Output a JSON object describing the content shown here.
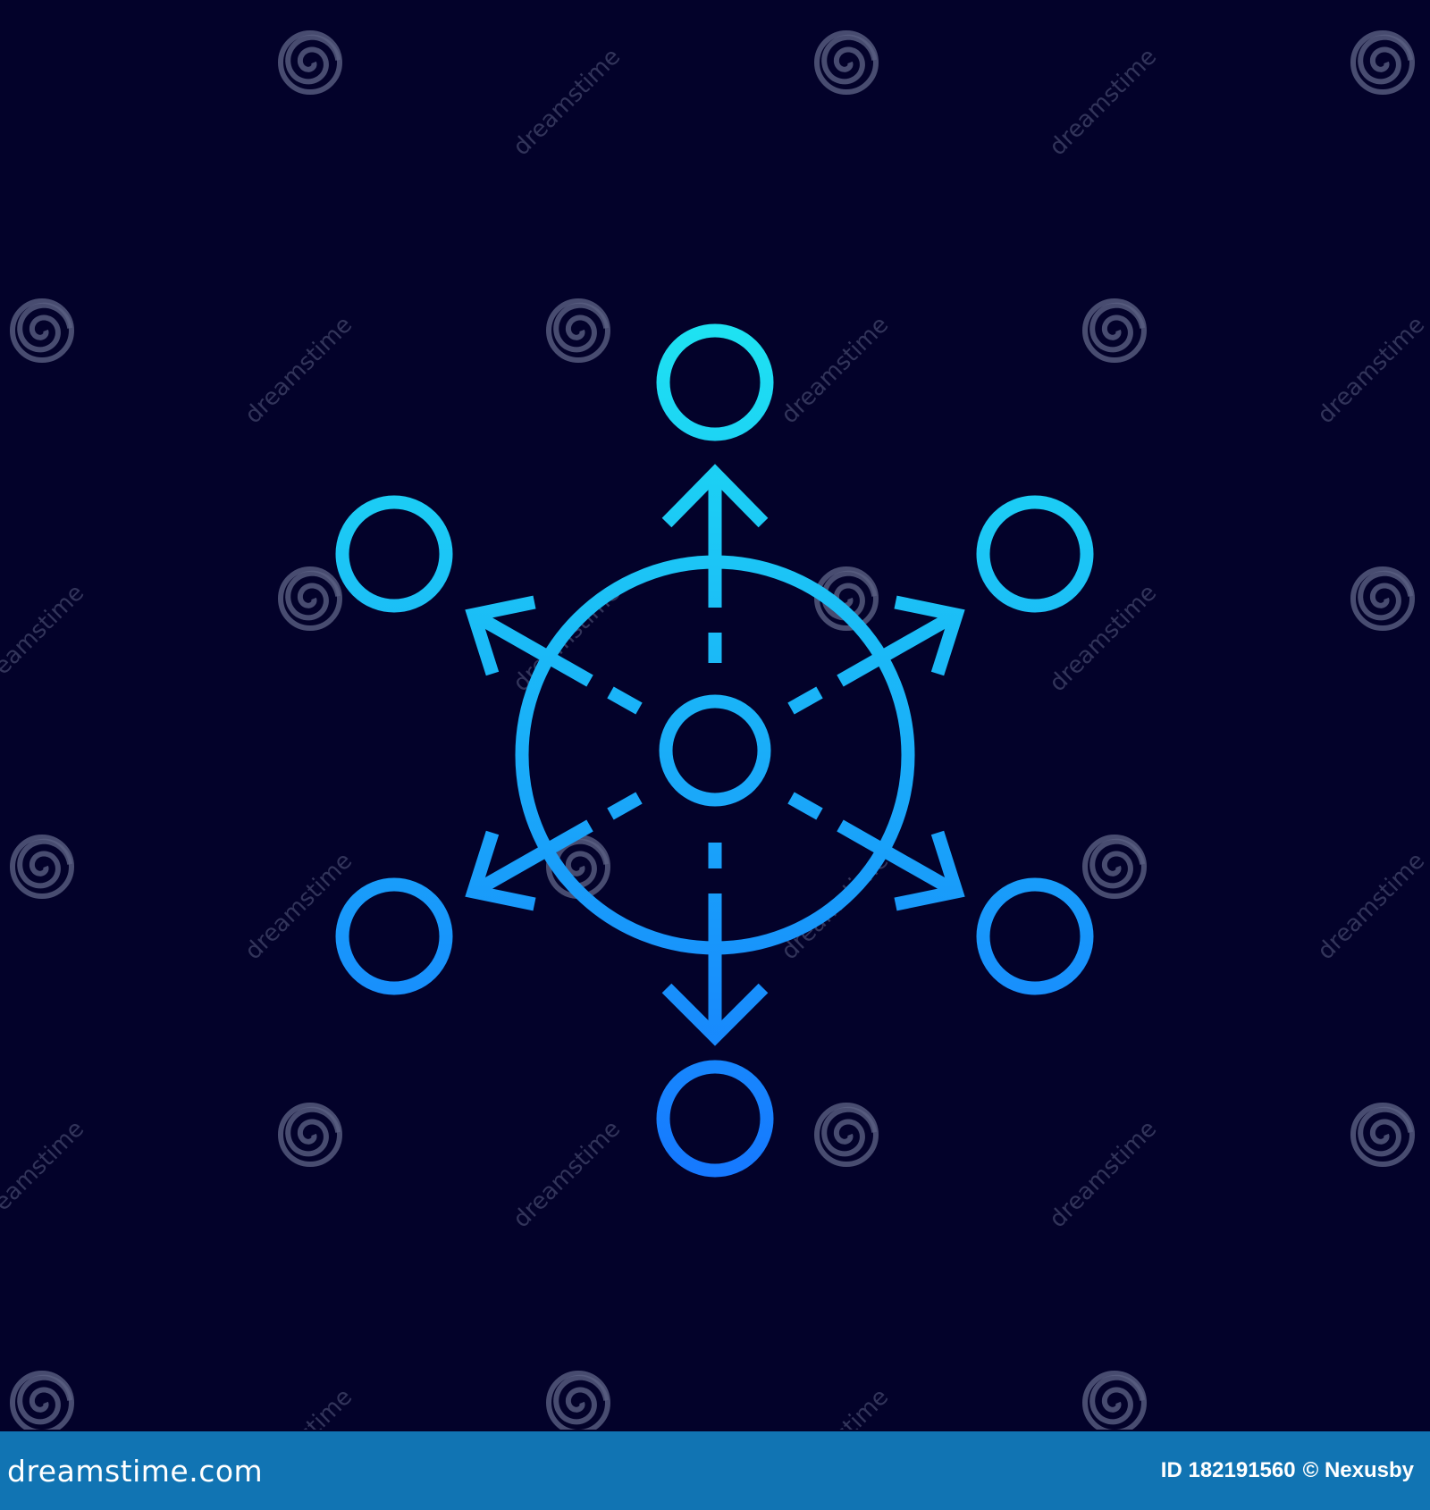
{
  "colors": {
    "background": "#03022a",
    "gradient_top": "#1ee3f2",
    "gradient_bottom": "#1677ff",
    "watermark": "#5a5f82",
    "footer": "#1174b3"
  },
  "icons": [
    "distribution-icon",
    "watermark-spiral-icon"
  ],
  "watermark": {
    "text": "dreamstime"
  },
  "footer": {
    "brand": "dreamstime.com",
    "id_text": "ID 182191560",
    "author_text": "© Nexusby"
  }
}
